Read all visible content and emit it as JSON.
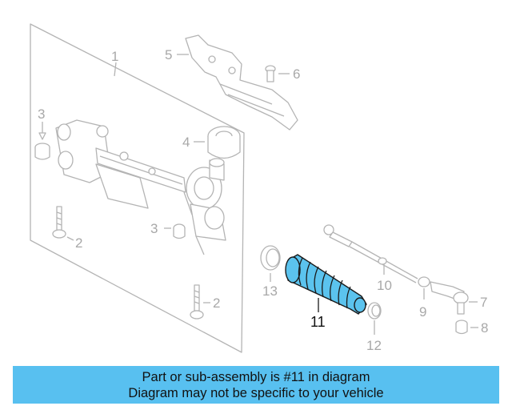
{
  "callouts": {
    "c1": "1",
    "c2a": "2",
    "c2b": "2",
    "c3a": "3",
    "c3b": "3",
    "c4": "4",
    "c5": "5",
    "c6": "6",
    "c7": "7",
    "c8": "8",
    "c9": "9",
    "c10": "10",
    "c11": "11",
    "c12": "12",
    "c13": "13"
  },
  "highlighted_part": "11",
  "colors": {
    "highlight": "#5bc3ee",
    "banner": "#58c0f0",
    "part_line": "#b4b4b4"
  },
  "banner": {
    "line1": "Part or sub-assembly is #11 in diagram",
    "line2": "Diagram may not be specific to your vehicle"
  }
}
